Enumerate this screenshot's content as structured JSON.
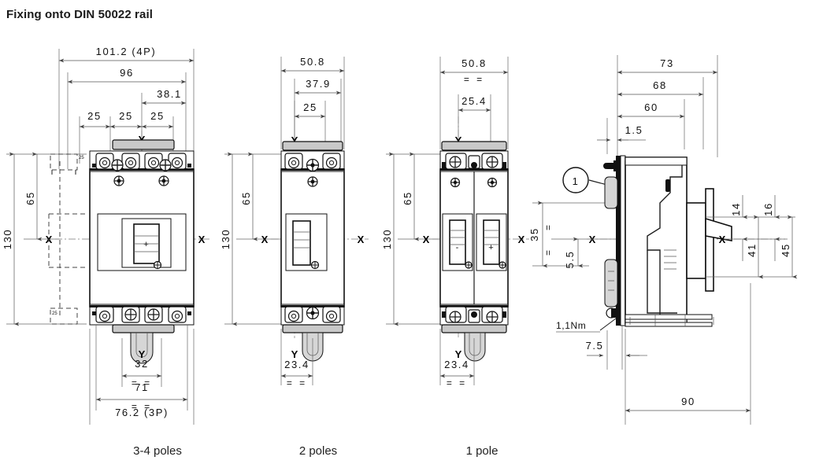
{
  "title": "Fixing onto DIN 50022 rail",
  "views": [
    {
      "id": "view-3-4-poles",
      "caption": "3-4 poles",
      "dimensions": {
        "top": [
          "101.2 (4P)",
          "96",
          "38.1",
          "25",
          "25",
          "25"
        ],
        "left": [
          "130",
          "65"
        ],
        "bottom": [
          "32",
          "71",
          "76.2 (3P)"
        ],
        "small": [
          "25",
          "25"
        ]
      },
      "axis_marks": [
        "X",
        "X",
        "Y",
        "Y"
      ],
      "symmetry_marks": [
        "=",
        "="
      ]
    },
    {
      "id": "view-2-poles",
      "caption": "2 poles",
      "dimensions": {
        "top": [
          "50.8",
          "37.9",
          "25"
        ],
        "left": [
          "130",
          "65"
        ],
        "bottom": [
          "23.4"
        ]
      },
      "axis_marks": [
        "X",
        "X",
        "Y",
        "Y"
      ],
      "symmetry_marks": [
        "=",
        "="
      ]
    },
    {
      "id": "view-1-pole",
      "caption": "1 pole",
      "dimensions": {
        "top": [
          "50.8",
          "25.4"
        ],
        "left": [
          "130",
          "65"
        ],
        "bottom": [
          "23.4"
        ]
      },
      "axis_marks": [
        "X",
        "X",
        "Y",
        "Y"
      ],
      "symmetry_marks": [
        "=",
        "="
      ],
      "polarity_marks": [
        "-",
        "+"
      ]
    },
    {
      "id": "view-side",
      "caption": "",
      "dimensions": {
        "top": [
          "73",
          "68",
          "60",
          "1.5"
        ],
        "left": [
          "35",
          "5.5"
        ],
        "right": [
          "14",
          "16",
          "41",
          "45"
        ],
        "bottom": [
          "7.5",
          "90"
        ]
      },
      "axis_marks": [
        "X",
        "X"
      ],
      "symmetry_marks": [
        "=",
        "="
      ],
      "callouts": [
        {
          "label": "1",
          "note": "1,1Nm"
        }
      ],
      "torque_note": "1,1Nm"
    }
  ],
  "colors": {
    "ink": "#1a1a1a",
    "dim_line": "#666666",
    "fill_gray": "#c9c9c9",
    "background": "#ffffff"
  }
}
